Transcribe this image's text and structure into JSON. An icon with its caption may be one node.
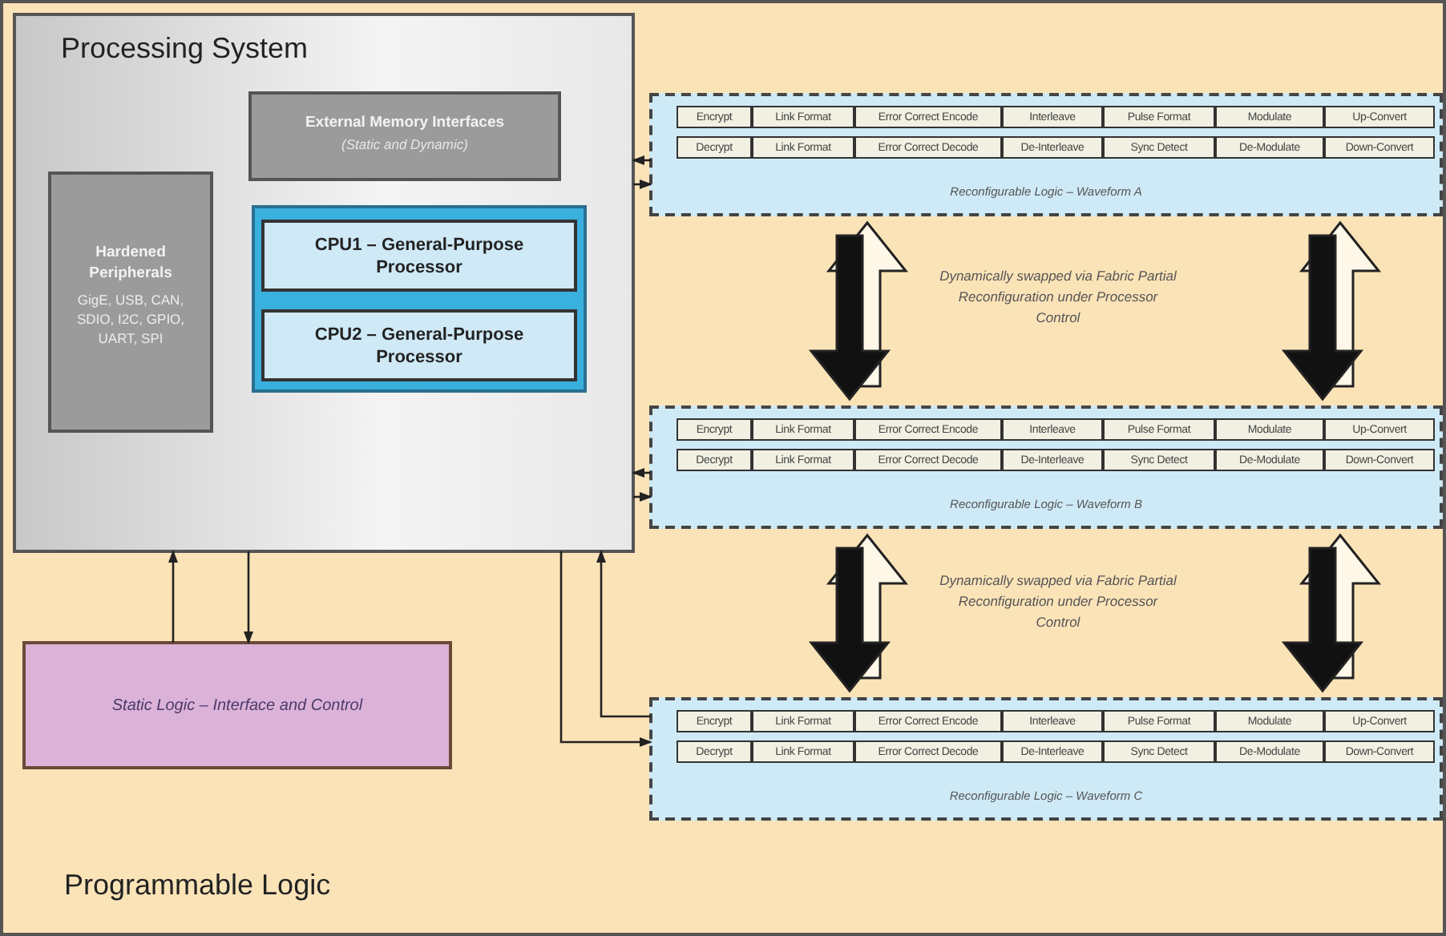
{
  "diagram": {
    "nodes": [
      {
        "text": [
          "Programmable Logic"
        ]
      },
      {
        "text": [
          "Processing System"
        ],
        "in": 0
      },
      {
        "text": [
          "External Memory Interfaces",
          "(Static and Dynamic)"
        ],
        "in": 1
      },
      {
        "text": [
          "Hardened Peripherals",
          "GigE, USB, CAN, SDIO, I2C, GPIO, UART, SPI"
        ],
        "in": 1
      },
      {
        "text": [],
        "shape": "box",
        "in": 1
      },
      {
        "text": [
          "CPU1 – General-Purpose Processor"
        ],
        "in": 4
      },
      {
        "text": [
          "CPU2 – General-Purpose Processor"
        ],
        "in": 4
      },
      {
        "text": [
          "Reconfigurable Logic – Waveform A"
        ],
        "in": 0
      },
      {
        "text": [
          "Encrypt"
        ],
        "in": 7
      },
      {
        "text": [
          "Link Format"
        ],
        "in": 7
      },
      {
        "text": [
          "Error Correct Encode"
        ],
        "in": 7
      },
      {
        "text": [
          "Interleave"
        ],
        "in": 7
      },
      {
        "text": [
          "Pulse Format"
        ],
        "in": 7
      },
      {
        "text": [
          "Modulate"
        ],
        "in": 7
      },
      {
        "text": [
          "Up-Convert"
        ],
        "in": 7
      },
      {
        "text": [
          "Decrypt"
        ],
        "in": 7
      },
      {
        "text": [
          "Link Format"
        ],
        "in": 7
      },
      {
        "text": [
          "Error Correct Decode"
        ],
        "in": 7
      },
      {
        "text": [
          "De-Interleave"
        ],
        "in": 7
      },
      {
        "text": [
          "Sync Detect"
        ],
        "in": 7
      },
      {
        "text": [
          "De-Modulate"
        ],
        "in": 7
      },
      {
        "text": [
          "Down-Convert"
        ],
        "in": 7
      },
      {
        "text": [
          "Reconfigurable Logic – Waveform B"
        ],
        "in": 0
      },
      {
        "text": [
          "Encrypt"
        ],
        "in": 22
      },
      {
        "text": [
          "Link Format"
        ],
        "in": 22
      },
      {
        "text": [
          "Error Correct Encode"
        ],
        "in": 22
      },
      {
        "text": [
          "Interleave"
        ],
        "in": 22
      },
      {
        "text": [
          "Pulse Format"
        ],
        "in": 22
      },
      {
        "text": [
          "Modulate"
        ],
        "in": 22
      },
      {
        "text": [
          "Up-Convert"
        ],
        "in": 22
      },
      {
        "text": [
          "Decrypt"
        ],
        "in": 22
      },
      {
        "text": [
          "Link Format"
        ],
        "in": 22
      },
      {
        "text": [
          "Error Correct Decode"
        ],
        "in": 22
      },
      {
        "text": [
          "De-Interleave"
        ],
        "in": 22
      },
      {
        "text": [
          "Sync Detect"
        ],
        "in": 22
      },
      {
        "text": [
          "De-Modulate"
        ],
        "in": 22
      },
      {
        "text": [
          "Down-Convert"
        ],
        "in": 22
      },
      {
        "text": [
          "Reconfigurable Logic – Waveform C"
        ],
        "in": 0
      },
      {
        "text": [
          "Encrypt"
        ],
        "in": 37
      },
      {
        "text": [
          "Link Format"
        ],
        "in": 37
      },
      {
        "text": [
          "Error Correct Encode"
        ],
        "in": 37
      },
      {
        "text": [
          "Interleave"
        ],
        "in": 37
      },
      {
        "text": [
          "Pulse Format"
        ],
        "in": 37
      },
      {
        "text": [
          "Modulate"
        ],
        "in": 37
      },
      {
        "text": [
          "Up-Convert"
        ],
        "in": 37
      },
      {
        "text": [
          "Decrypt"
        ],
        "in": 37
      },
      {
        "text": [
          "Link Format"
        ],
        "in": 37
      },
      {
        "text": [
          "Error Correct Decode"
        ],
        "in": 37
      },
      {
        "text": [
          "De-Interleave"
        ],
        "in": 37
      },
      {
        "text": [
          "Sync Detect"
        ],
        "in": 37
      },
      {
        "text": [
          "De-Modulate"
        ],
        "in": 37
      },
      {
        "text": [
          "Down-Convert"
        ],
        "in": 37
      },
      {
        "text": [
          "Static Logic – Interface and Control"
        ],
        "in": 0
      }
    ],
    "edges": [
      {
        "from": 7,
        "to": 1,
        "arrow": "to"
      },
      {
        "from": 1,
        "to": 7,
        "arrow": "to"
      },
      {
        "from": 22,
        "to": 1,
        "arrow": "to"
      },
      {
        "from": 1,
        "to": 22,
        "arrow": "to"
      },
      {
        "from": 37,
        "to": 1,
        "arrow": "to"
      },
      {
        "from": 1,
        "to": 37,
        "arrow": "to"
      },
      {
        "from": 52,
        "to": 1,
        "arrow": "to"
      },
      {
        "from": 1,
        "to": 52,
        "arrow": "to"
      },
      {
        "from": 22,
        "to": 7,
        "arrow": "to",
        "style": "thick"
      },
      {
        "from": 7,
        "to": 22,
        "arrow": "to",
        "style": "thick",
        "color": "#111111"
      },
      {
        "from": 22,
        "to": 7,
        "arrow": "to",
        "style": "thick"
      },
      {
        "from": 7,
        "to": 22,
        "arrow": "to",
        "style": "thick",
        "color": "#111111"
      },
      {
        "from": 37,
        "to": 22,
        "arrow": "to",
        "style": "thick"
      },
      {
        "from": 22,
        "to": 37,
        "arrow": "to",
        "style": "thick",
        "color": "#111111"
      },
      {
        "from": 37,
        "to": 22,
        "arrow": "to",
        "style": "thick"
      },
      {
        "from": 22,
        "to": 37,
        "arrow": "to",
        "style": "thick",
        "color": "#111111"
      }
    ],
    "labels": [
      "Dynamically swapped via Fabric Partial Reconfiguration under Processor Control",
      "Dynamically swapped via Fabric Partial Reconfiguration under Processor Control"
    ]
  }
}
